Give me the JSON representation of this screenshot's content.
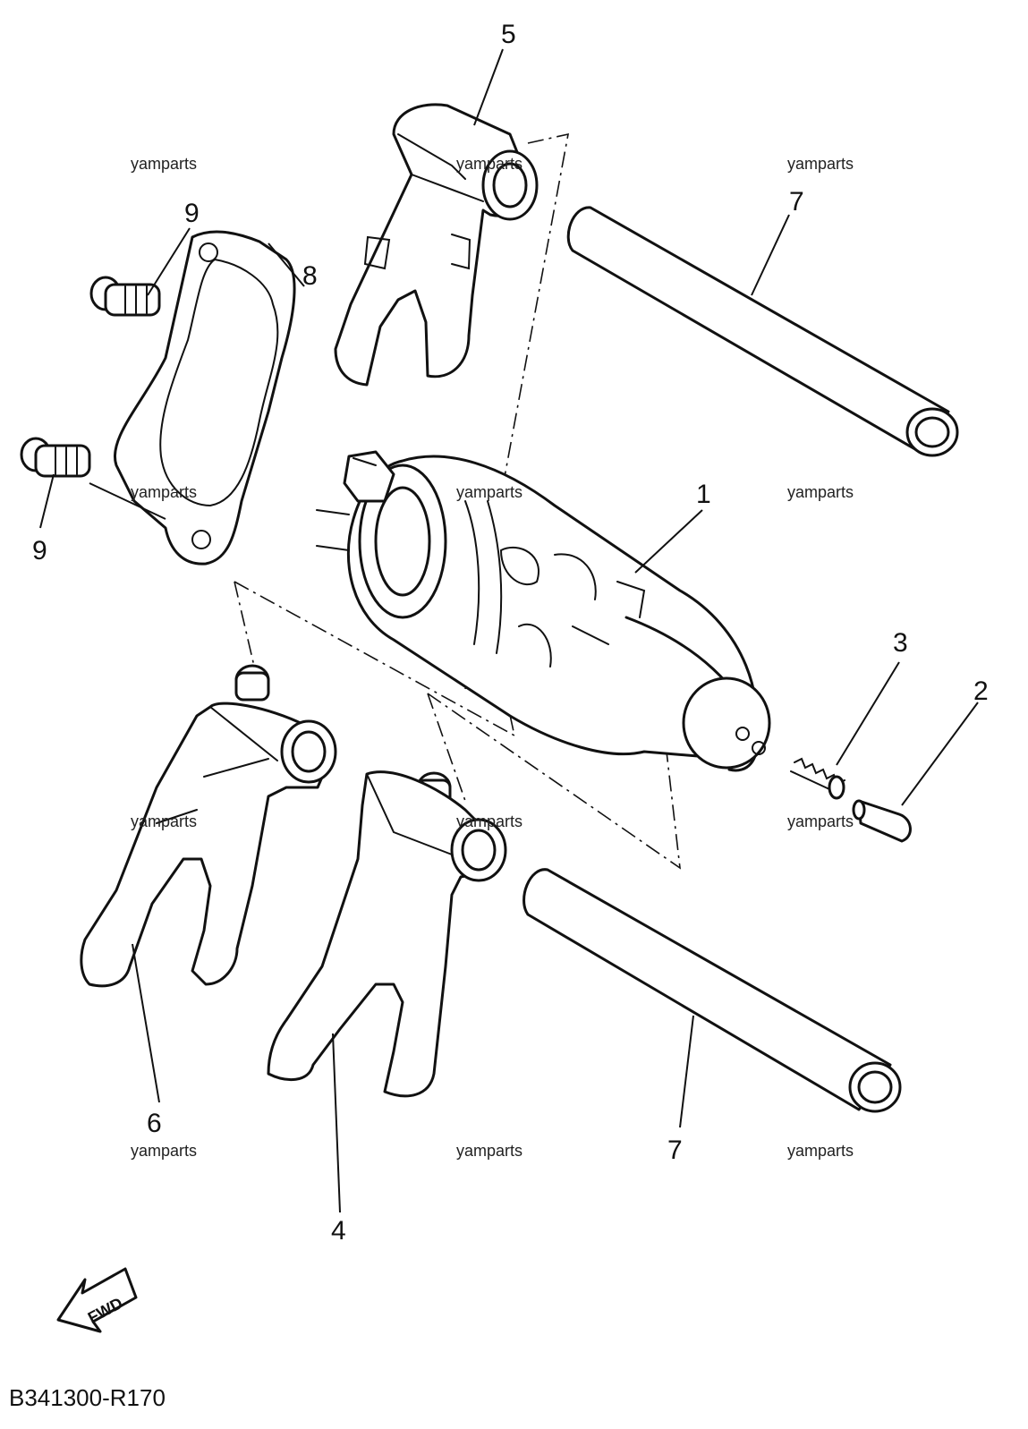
{
  "callouts": {
    "c1": "1",
    "c2": "2",
    "c3": "3",
    "c4": "4",
    "c5": "5",
    "c6": "6",
    "c7a": "7",
    "c7b": "7",
    "c8": "8",
    "c9a": "9",
    "c9b": "9"
  },
  "watermarks": [
    "yamparts",
    "yamparts",
    "yamparts",
    "yamparts",
    "yamparts",
    "yamparts",
    "yamparts",
    "yamparts",
    "yamparts",
    "yamparts",
    "yamparts",
    "yamparts"
  ],
  "fwd_label": "FWD",
  "diagram_code": "B341300-R170"
}
